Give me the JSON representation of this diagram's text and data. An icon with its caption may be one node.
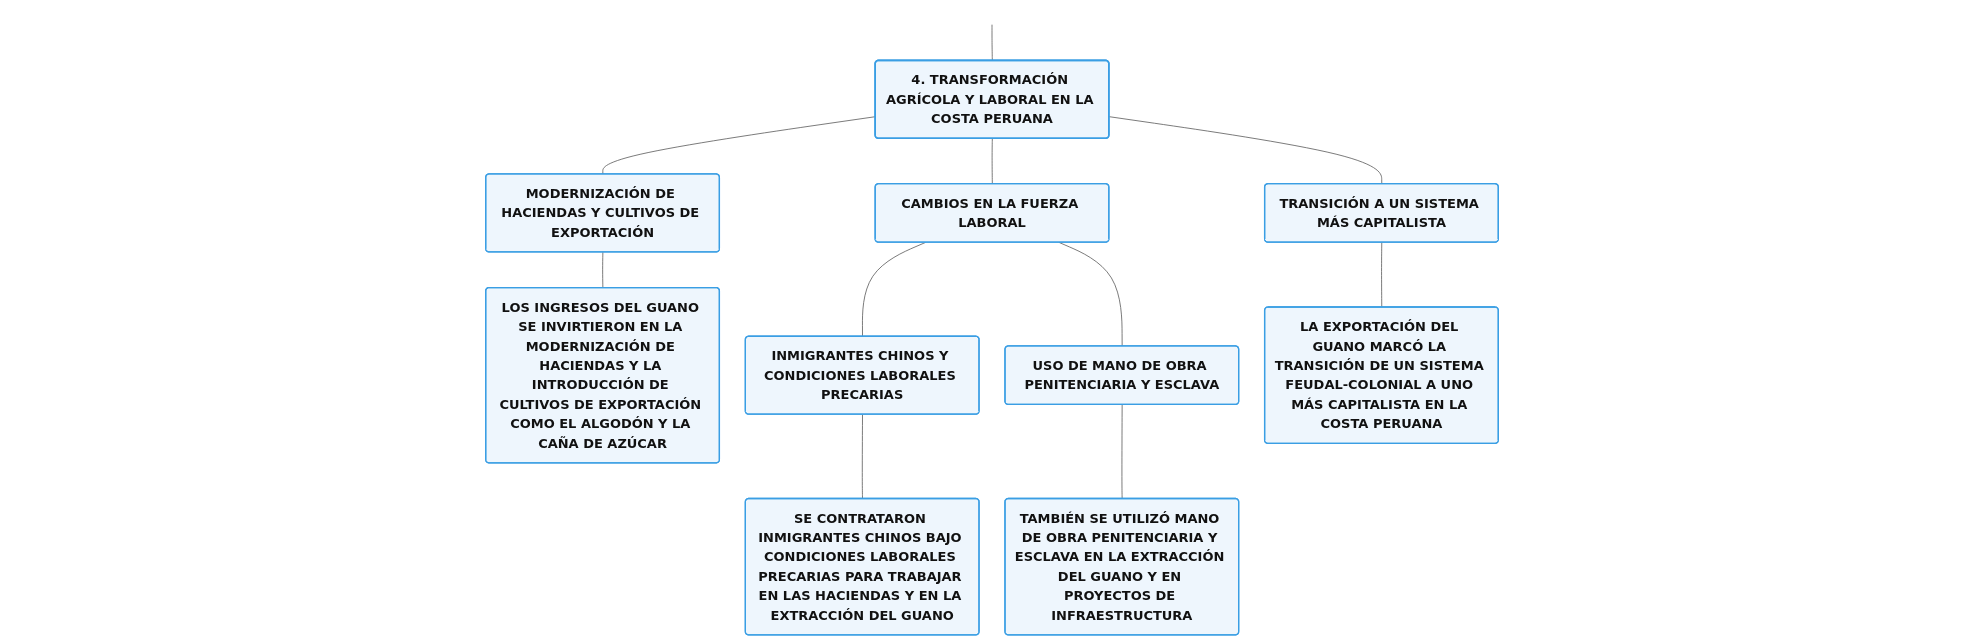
{
  "diagram": {
    "nodes": [
      {
        "text": [
          "4. TRANSFORMACIÓN AGRÍCOLA Y LABORAL EN LA COSTA PERUANA"
        ]
      },
      {
        "text": [
          "MODERNIZACIÓN DE HACIENDAS Y CULTIVOS DE EXPORTACIÓN"
        ]
      },
      {
        "text": [
          "LOS INGRESOS DEL GUANO SE INVIRTIERON EN LA MODERNIZACIÓN DE HACIENDAS Y LA INTRODUCCIÓN DE CULTIVOS DE EXPORTACIÓN COMO EL ALGODÓN Y LA CAÑA DE AZÚCAR"
        ]
      },
      {
        "text": [
          "CAMBIOS EN LA FUERZA LABORAL"
        ]
      },
      {
        "text": [
          "INMIGRANTES CHINOS Y CONDICIONES LABORALES PRECARIAS"
        ]
      },
      {
        "text": [
          "SE CONTRATARON INMIGRANTES CHINOS BAJO CONDICIONES LABORALES PRECARIAS PARA TRABAJAR EN LAS HACIENDAS Y EN LA EXTRACCIÓN DEL GUANO"
        ]
      },
      {
        "text": [
          "USO DE MANO DE OBRA PENITENCIARIA Y ESCLAVA"
        ]
      },
      {
        "text": [
          "TAMBIÉN SE UTILIZÓ MANO DE OBRA PENITENCIARIA Y ESCLAVA EN LA EXTRACCIÓN DEL GUANO Y EN PROYECTOS DE INFRAESTRUCTURA"
        ]
      },
      {
        "text": [
          "TRANSICIÓN A UN SISTEMA MÁS CAPITALISTA"
        ]
      },
      {
        "text": [
          "LA EXPORTACIÓN DEL GUANO MARCÓ LA TRANSICIÓN DE UN SISTEMA FEUDAL-COLONIAL A UNO MÁS CAPITALISTA EN LA COSTA PERUANA"
        ]
      }
    ],
    "edges": [
      {
        "from": null,
        "to": 0,
        "arrow": "none"
      },
      {
        "from": 0,
        "to": 1,
        "arrow": "none"
      },
      {
        "from": 1,
        "to": 2,
        "arrow": "none"
      },
      {
        "from": 0,
        "to": 3,
        "arrow": "none"
      },
      {
        "from": 3,
        "to": 4,
        "arrow": "none"
      },
      {
        "from": 4,
        "to": 5,
        "arrow": "none"
      },
      {
        "from": 3,
        "to": 6,
        "arrow": "none"
      },
      {
        "from": 6,
        "to": 7,
        "arrow": "none"
      },
      {
        "from": 0,
        "to": 8,
        "arrow": "none"
      },
      {
        "from": 8,
        "to": 9,
        "arrow": "none"
      }
    ]
  }
}
